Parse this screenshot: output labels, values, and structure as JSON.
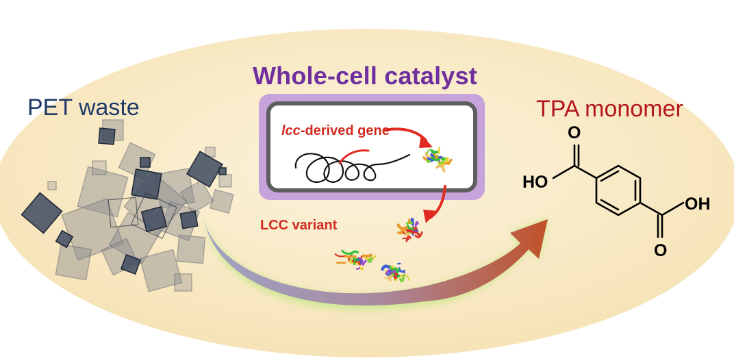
{
  "labels": {
    "pet_waste": "PET waste",
    "whole_cell_catalyst": "Whole-cell catalyst",
    "gene_italic": "lcc",
    "gene_rest": "-derived gene",
    "lcc_variant": "LCC variant",
    "tpa_monomer": "TPA monomer"
  },
  "chemistry": {
    "o_top": "O",
    "ho": "HO",
    "oh": "OH",
    "o_bottom": "O"
  },
  "colors": {
    "background_ellipse": "#f8e9c4",
    "pet_label": "#1f3a68",
    "tpa_label": "#b3161c",
    "catalyst_title": "#6f2f9f",
    "cell_outer": "#c6a3da",
    "cell_wall": "#5e5e5e",
    "red_text": "#d12a1f",
    "arrow_start": "#a9a9c4",
    "arrow_end": "#c0522a",
    "arrow_glow": "#b7e27a"
  },
  "icons": [
    "pet-fragment-icon",
    "dna-strand-icon",
    "enzyme-protein-icon",
    "tpa-molecule-icon"
  ]
}
